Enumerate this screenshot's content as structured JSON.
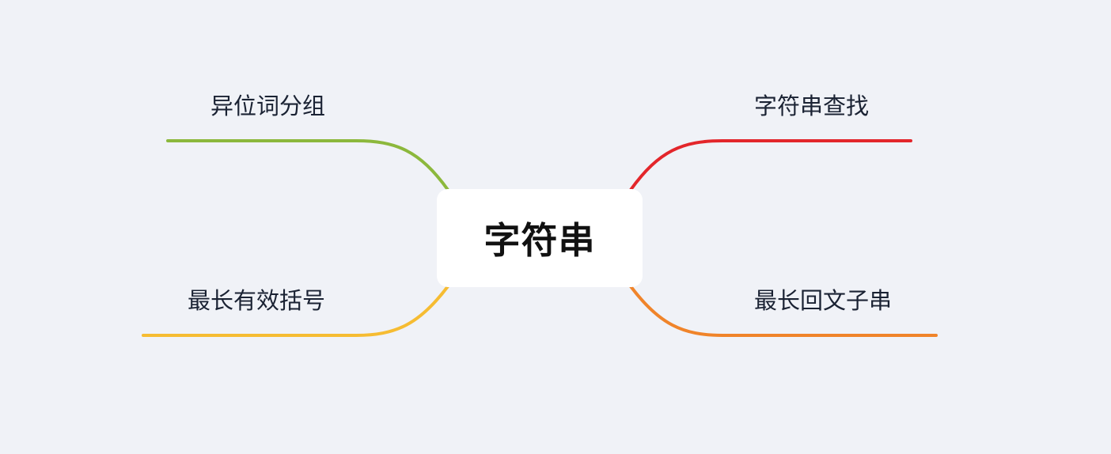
{
  "root": {
    "label": "字符串"
  },
  "branches": [
    {
      "label": "异位词分组",
      "color": "#8cb83c"
    },
    {
      "label": "最长有效括号",
      "color": "#f6bc32"
    },
    {
      "label": "字符串查找",
      "color": "#e3262b"
    },
    {
      "label": "最长回文子串",
      "color": "#f0842a"
    }
  ]
}
